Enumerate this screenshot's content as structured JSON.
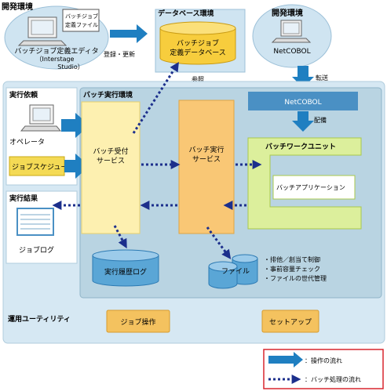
{
  "sections": {
    "dev_env_left": "開発環境",
    "database_env": "データベース環境",
    "dev_env_right": "開発環境",
    "batch_exec_env": "バッチ実行環境",
    "exec_request": "実行依頼",
    "exec_result": "実行結果",
    "ops_utility": "運用ユーティリティ"
  },
  "dev": {
    "file_tag_line1": "バッチジョブ",
    "file_tag_line2": "定義ファイル",
    "editor_line1": "バッチジョブ定義エディタ",
    "editor_line2": "（Interstage",
    "editor_line3": "Studio）",
    "register_update": "登録・更新",
    "db_line1": "バッチジョブ",
    "db_line2": "定義データベース",
    "reference": "参照",
    "netcobol_dev": "NetCOBOL",
    "transfer": "転送",
    "netcobol_bar": "NetCOBOL",
    "deploy": "配備"
  },
  "exec": {
    "operator": "オペレータ",
    "job_scheduler": "ジョブスケジューラ",
    "receive_service_line1": "バッチ受付",
    "receive_service_line2": "サービス",
    "exec_service_line1": "バッチ実行",
    "exec_service_line2": "サービス",
    "work_unit": "バッチワークユニット",
    "batch_app": "バッチアプリケーション",
    "job_log": "ジョブログ",
    "exec_history_log": "実行履歴ログ",
    "file": "ファイル",
    "features": [
      "・排他／創当て制御",
      "・事前容量チェック",
      "・ファイルの世代管理"
    ]
  },
  "utility": {
    "job_ops": "ジョブ操作",
    "setup": "セットアップ"
  },
  "legend": {
    "operation_flow": "：操作の流れ",
    "batch_flow": "：バッチ処理の流れ"
  },
  "colors": {
    "operation_arrow": "#1f7fc1",
    "batch_arrow": "#1c2f8c",
    "outer_panel": "#d6e8f3",
    "exec_panel": "#b9d4e2",
    "service_yellow": "#fdf0b0",
    "service_orange": "#f9c775",
    "work_unit_green": "#dcef9c",
    "db_yellow": "#f7cd3d",
    "legend_border": "#d9262e"
  }
}
